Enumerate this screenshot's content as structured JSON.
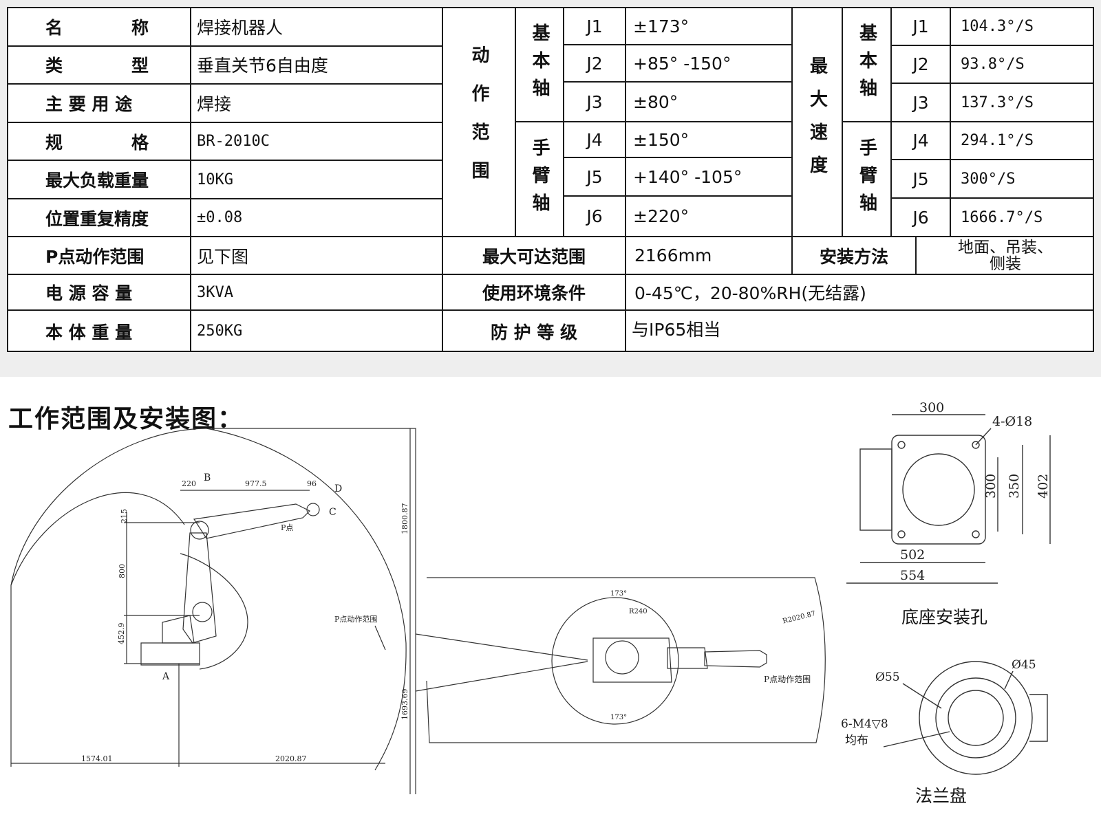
{
  "spec": {
    "rows": [
      {
        "label": "名　　　　称",
        "value": "焊接机器人"
      },
      {
        "label": "类　　　　型",
        "value": "垂直关节6自由度"
      },
      {
        "label": "主 要 用 途",
        "value": "焊接"
      },
      {
        "label": "规　　　　格",
        "value": "BR-2010C"
      },
      {
        "label": "最大负载重量",
        "value": "10KG"
      },
      {
        "label": "位置重复精度",
        "value": "±0.08"
      },
      {
        "label": "P点动作范围",
        "value": "见下图"
      },
      {
        "label": "电 源 容 量",
        "value": "3KVA"
      },
      {
        "label": "本 体 重 量",
        "value": "250KG"
      }
    ],
    "motion_range": {
      "label": "动作范围",
      "basic_axis": "基本轴",
      "wrist_axis": "手臂轴",
      "axes": [
        {
          "axis": "J1",
          "value": "±173°"
        },
        {
          "axis": "J2",
          "value": "+85° -150°"
        },
        {
          "axis": "J3",
          "value": "±80°"
        },
        {
          "axis": "J4",
          "value": "±150°"
        },
        {
          "axis": "J5",
          "value": "+140° -105°"
        },
        {
          "axis": "J6",
          "value": "±220°"
        }
      ]
    },
    "max_speed": {
      "label": "最大速度",
      "basic_axis": "基本轴",
      "wrist_axis": "手臂轴",
      "axes": [
        {
          "axis": "J1",
          "value": "104.3°/S"
        },
        {
          "axis": "J2",
          "value": "93.8°/S"
        },
        {
          "axis": "J3",
          "value": "137.3°/S"
        },
        {
          "axis": "J4",
          "value": "294.1°/S"
        },
        {
          "axis": "J5",
          "value": "300°/S"
        },
        {
          "axis": "J6",
          "value": "1666.7°/S"
        }
      ]
    },
    "reach": {
      "label": "最大可达范围",
      "value": "2166mm"
    },
    "mounting": {
      "label": "安装方法",
      "value_line1": "地面、吊装、",
      "value_line2": "侧装"
    },
    "environment": {
      "label": "使用环境条件",
      "value": "0-45℃，20-80%RH(无结露)"
    },
    "protection": {
      "label": "防 护 等 级",
      "value": "与IP65相当"
    }
  },
  "drawings": {
    "heading": "工作范围及安装图：",
    "side_view": {
      "dims": [
        "220",
        "977.5",
        "96",
        "215",
        "800",
        "452.9",
        "1800.87",
        "1693.69",
        "1574.01",
        "2020.87"
      ],
      "labels": [
        "B",
        "D",
        "C",
        "P点",
        "A",
        "P点动作范围"
      ]
    },
    "top_view": {
      "labels": [
        "173°",
        "R240",
        "R2020.87",
        "P点动作范围",
        "173°"
      ]
    },
    "base": {
      "caption": "底座安装孔",
      "dims": [
        "300",
        "4-Ø18",
        "300",
        "350",
        "402",
        "502",
        "554"
      ]
    },
    "flange": {
      "caption": "法兰盘",
      "dims": [
        "Ø45",
        "Ø55",
        "6-M4▽8",
        "均布"
      ]
    }
  }
}
